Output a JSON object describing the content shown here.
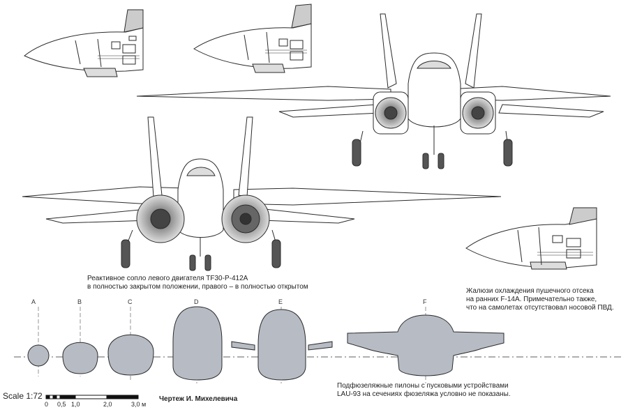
{
  "captions": {
    "nozzle": [
      "Реактивное сопло левого двигателя TF30-P-412A",
      "в полностью закрытом положении, правого – в полностью открытом"
    ],
    "louvres": [
      "Жалюзи охлаждения пушечного отсека",
      "на ранних F-14A. Примечательно также,",
      "что на самолетах отсутствовал носовой ПВД."
    ],
    "pylons": [
      "Подфюзеляжные пилоны с пусковыми устройствами",
      "LAU-93 на сечениях фюзеляжа условно не показаны."
    ]
  },
  "sections": [
    "A",
    "B",
    "C",
    "D",
    "E",
    "F"
  ],
  "scale": {
    "title": "Scale 1:72",
    "ticks": [
      "0",
      "0,5",
      "1,0",
      "2,0",
      "3,0 м"
    ]
  },
  "author": "Чертеж И. Михелевича",
  "colors": {
    "line": "#2a2a2a",
    "fill": "#b7bcc4",
    "bg": "#ffffff"
  }
}
